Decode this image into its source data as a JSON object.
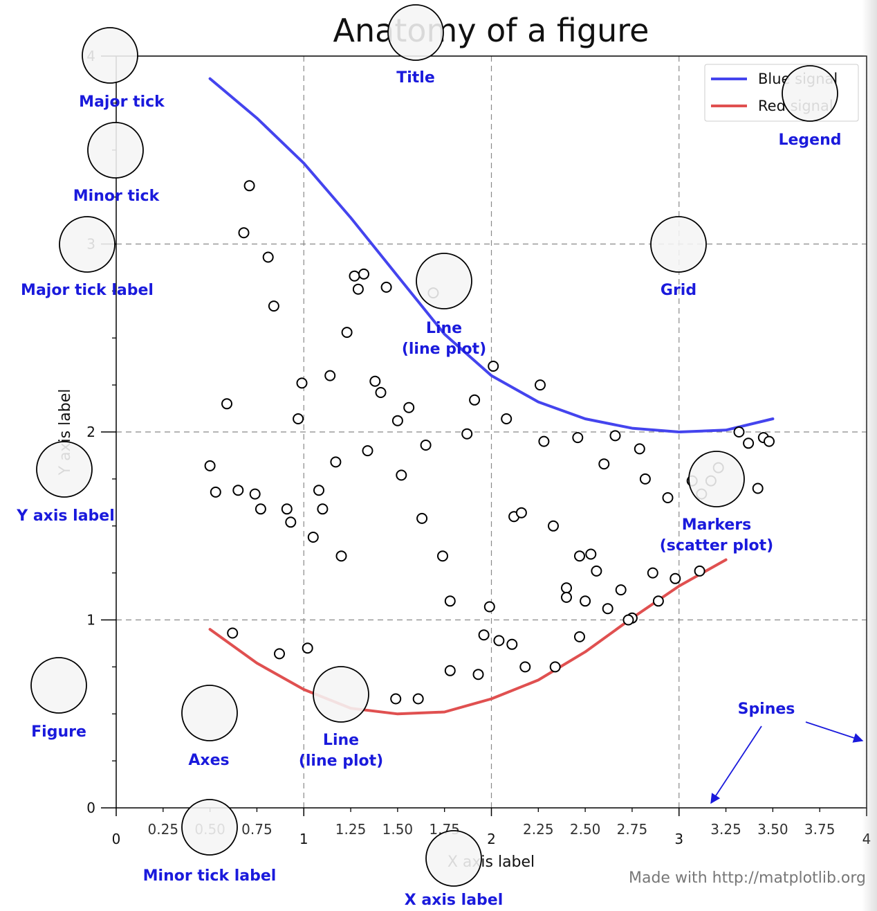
{
  "chart_data": {
    "type": "line",
    "title": "Anatomy of a figure",
    "xlabel": "X axis label",
    "ylabel": "Y axis label",
    "xlim": [
      0,
      4
    ],
    "ylim": [
      0,
      4
    ],
    "x_major_ticks": [
      0,
      1,
      2,
      3,
      4
    ],
    "x_major_tick_labels": [
      "0",
      "1",
      "2",
      "3",
      "4"
    ],
    "x_minor_ticks": [
      0.25,
      0.5,
      0.75,
      1.25,
      1.5,
      1.75,
      2.25,
      2.5,
      2.75,
      3.25,
      3.5,
      3.75
    ],
    "x_minor_tick_labels": [
      "0.25",
      "0.50",
      "0.75",
      "1.25",
      "1.50",
      "1.75",
      "2.25",
      "2.50",
      "2.75",
      "3.25",
      "3.50",
      "3.75"
    ],
    "y_major_ticks": [
      0,
      1,
      2,
      3,
      4
    ],
    "y_major_tick_labels": [
      "0",
      "1",
      "2",
      "3",
      "4"
    ],
    "y_minor_ticks": [
      0.25,
      0.5,
      0.75,
      1.25,
      1.5,
      1.75,
      2.25,
      2.5,
      2.75,
      3.25,
      3.5,
      3.75
    ],
    "grid": true,
    "legend_position": "top-right",
    "series": [
      {
        "name": "Blue signal",
        "color": "#4444ee",
        "x": [
          0.5,
          0.75,
          1.0,
          1.25,
          1.5,
          1.75,
          2.0,
          2.25,
          2.5,
          2.75,
          3.0,
          3.25,
          3.5
        ],
        "y": [
          3.88,
          3.67,
          3.43,
          3.14,
          2.83,
          2.52,
          2.3,
          2.16,
          2.07,
          2.02,
          2.0,
          2.01,
          2.07
        ]
      },
      {
        "name": "Red signal",
        "color": "#e05050",
        "x": [
          0.5,
          0.75,
          1.0,
          1.25,
          1.5,
          1.75,
          2.0,
          2.25,
          2.5,
          2.75,
          3.0,
          3.25
        ],
        "y": [
          0.95,
          0.77,
          0.63,
          0.53,
          0.5,
          0.51,
          0.58,
          0.68,
          0.83,
          1.01,
          1.18,
          1.32
        ]
      },
      {
        "name": "",
        "type": "scatter",
        "x": [
          0.71,
          0.68,
          0.81,
          0.84,
          0.59,
          0.5,
          0.53,
          0.65,
          0.74,
          0.77,
          0.91,
          0.93,
          0.97,
          0.99,
          1.05,
          1.08,
          1.1,
          1.14,
          1.17,
          1.2,
          1.23,
          1.27,
          1.29,
          1.32,
          1.34,
          1.38,
          1.41,
          1.44,
          1.5,
          1.52,
          1.56,
          1.63,
          1.65,
          1.69,
          1.74,
          1.78,
          1.87,
          1.91,
          1.96,
          1.99,
          2.01,
          2.04,
          2.08,
          2.12,
          2.16,
          2.26,
          2.28,
          2.33,
          2.4,
          2.4,
          2.46,
          2.47,
          2.5,
          2.53,
          2.56,
          2.6,
          2.66,
          2.69,
          2.75,
          2.79,
          2.86,
          2.89,
          2.94,
          2.98,
          3.12,
          3.17,
          3.21,
          3.32,
          3.37,
          3.42,
          3.45,
          3.48,
          0.62,
          0.87,
          1.02,
          1.49,
          1.61,
          1.78,
          1.93,
          2.11,
          2.18,
          2.34,
          2.47,
          2.62,
          2.73,
          2.82,
          3.07,
          3.11
        ],
        "y": [
          3.31,
          3.06,
          2.93,
          2.67,
          2.15,
          1.82,
          1.68,
          1.69,
          1.67,
          1.59,
          1.59,
          1.52,
          2.07,
          2.26,
          1.44,
          1.69,
          1.59,
          2.3,
          1.84,
          1.34,
          2.53,
          2.83,
          2.76,
          2.84,
          1.9,
          2.27,
          2.21,
          2.77,
          2.06,
          1.77,
          2.13,
          1.54,
          1.93,
          2.74,
          1.34,
          1.1,
          1.99,
          2.17,
          0.92,
          1.07,
          2.35,
          0.89,
          2.07,
          1.55,
          1.57,
          2.25,
          1.95,
          1.5,
          1.17,
          1.12,
          1.97,
          1.34,
          1.1,
          1.35,
          1.26,
          1.83,
          1.98,
          1.16,
          1.01,
          1.91,
          1.25,
          1.1,
          1.65,
          1.22,
          1.67,
          1.74,
          1.81,
          2.0,
          1.94,
          1.7,
          1.97,
          1.95,
          0.93,
          0.82,
          0.85,
          0.58,
          0.58,
          0.73,
          0.71,
          0.87,
          0.75,
          0.75,
          0.91,
          1.06,
          1.0,
          1.75,
          1.74,
          1.26
        ]
      }
    ]
  },
  "annotations": {
    "title": "Title",
    "major_tick": "Major tick",
    "minor_tick": "Minor tick",
    "major_tick_label": "Major tick label",
    "minor_tick_label": "Minor tick label",
    "y_axis_label": "Y axis label",
    "x_axis_label": "X axis label",
    "figure": "Figure",
    "axes": "Axes",
    "line_upper": "Line\n(line plot)",
    "line_lower": "Line\n(line plot)",
    "grid": "Grid",
    "legend": "Legend",
    "markers": "Markers\n(scatter plot)",
    "spines": "Spines",
    "color": "#1a1adc"
  },
  "footer": "Made with http://matplotlib.org"
}
